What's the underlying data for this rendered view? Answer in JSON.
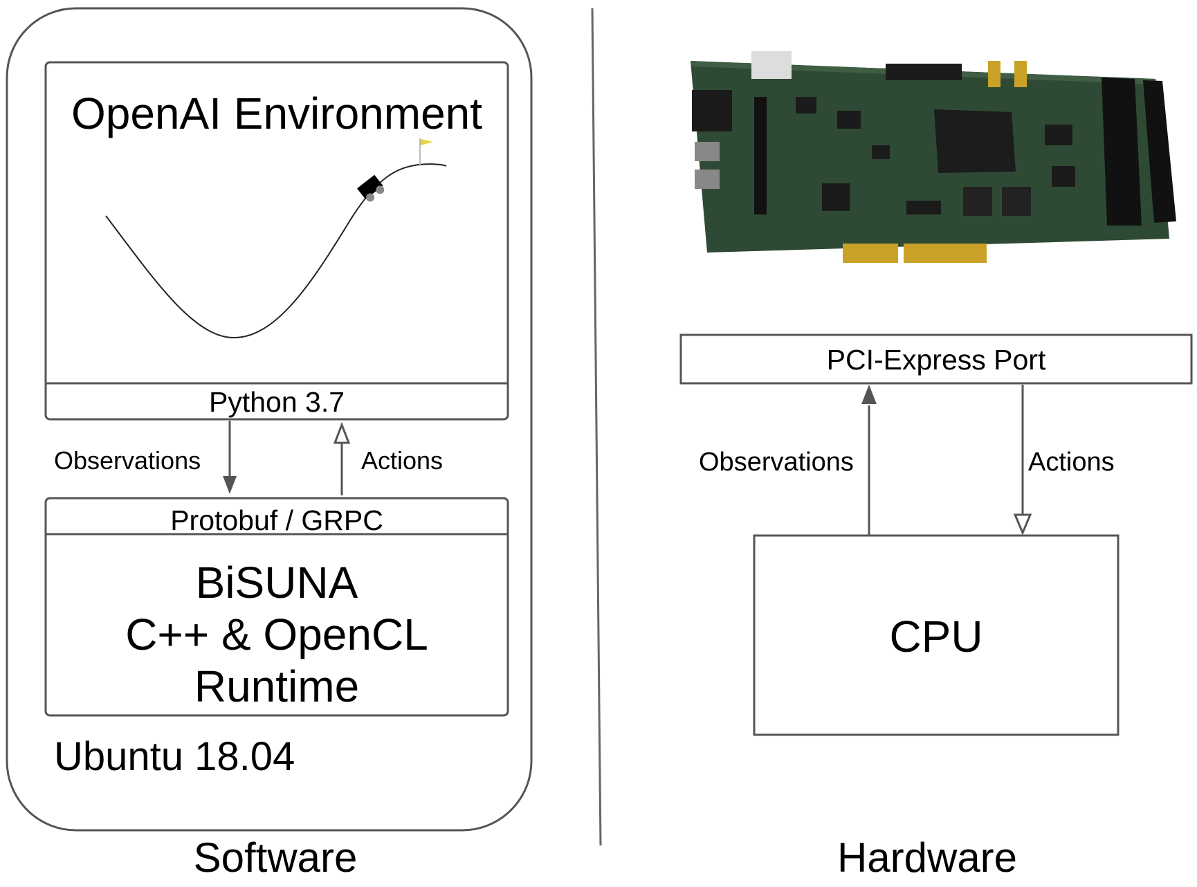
{
  "software": {
    "environment_title": "OpenAI Environment",
    "python_label": "Python 3.7",
    "observations_label": "Observations",
    "actions_label": "Actions",
    "protobuf_label": "Protobuf / GRPC",
    "bisuna_lines": [
      "BiSUNA",
      "C++ & OpenCL",
      "Runtime"
    ],
    "os_label": "Ubuntu 18.04",
    "section_label": "Software"
  },
  "hardware": {
    "pcie_label": "PCI-Express Port",
    "observations_label": "Observations",
    "actions_label": "Actions",
    "cpu_label": "CPU",
    "section_label": "Hardware"
  },
  "colors": {
    "stroke": "#555555",
    "board_green": "#2f4a34",
    "gold": "#c9a227",
    "flag": "#e8d23a"
  },
  "icons": {
    "car": "mountain-car-icon",
    "flag": "goal-flag-icon",
    "board": "fpga-board-image"
  }
}
